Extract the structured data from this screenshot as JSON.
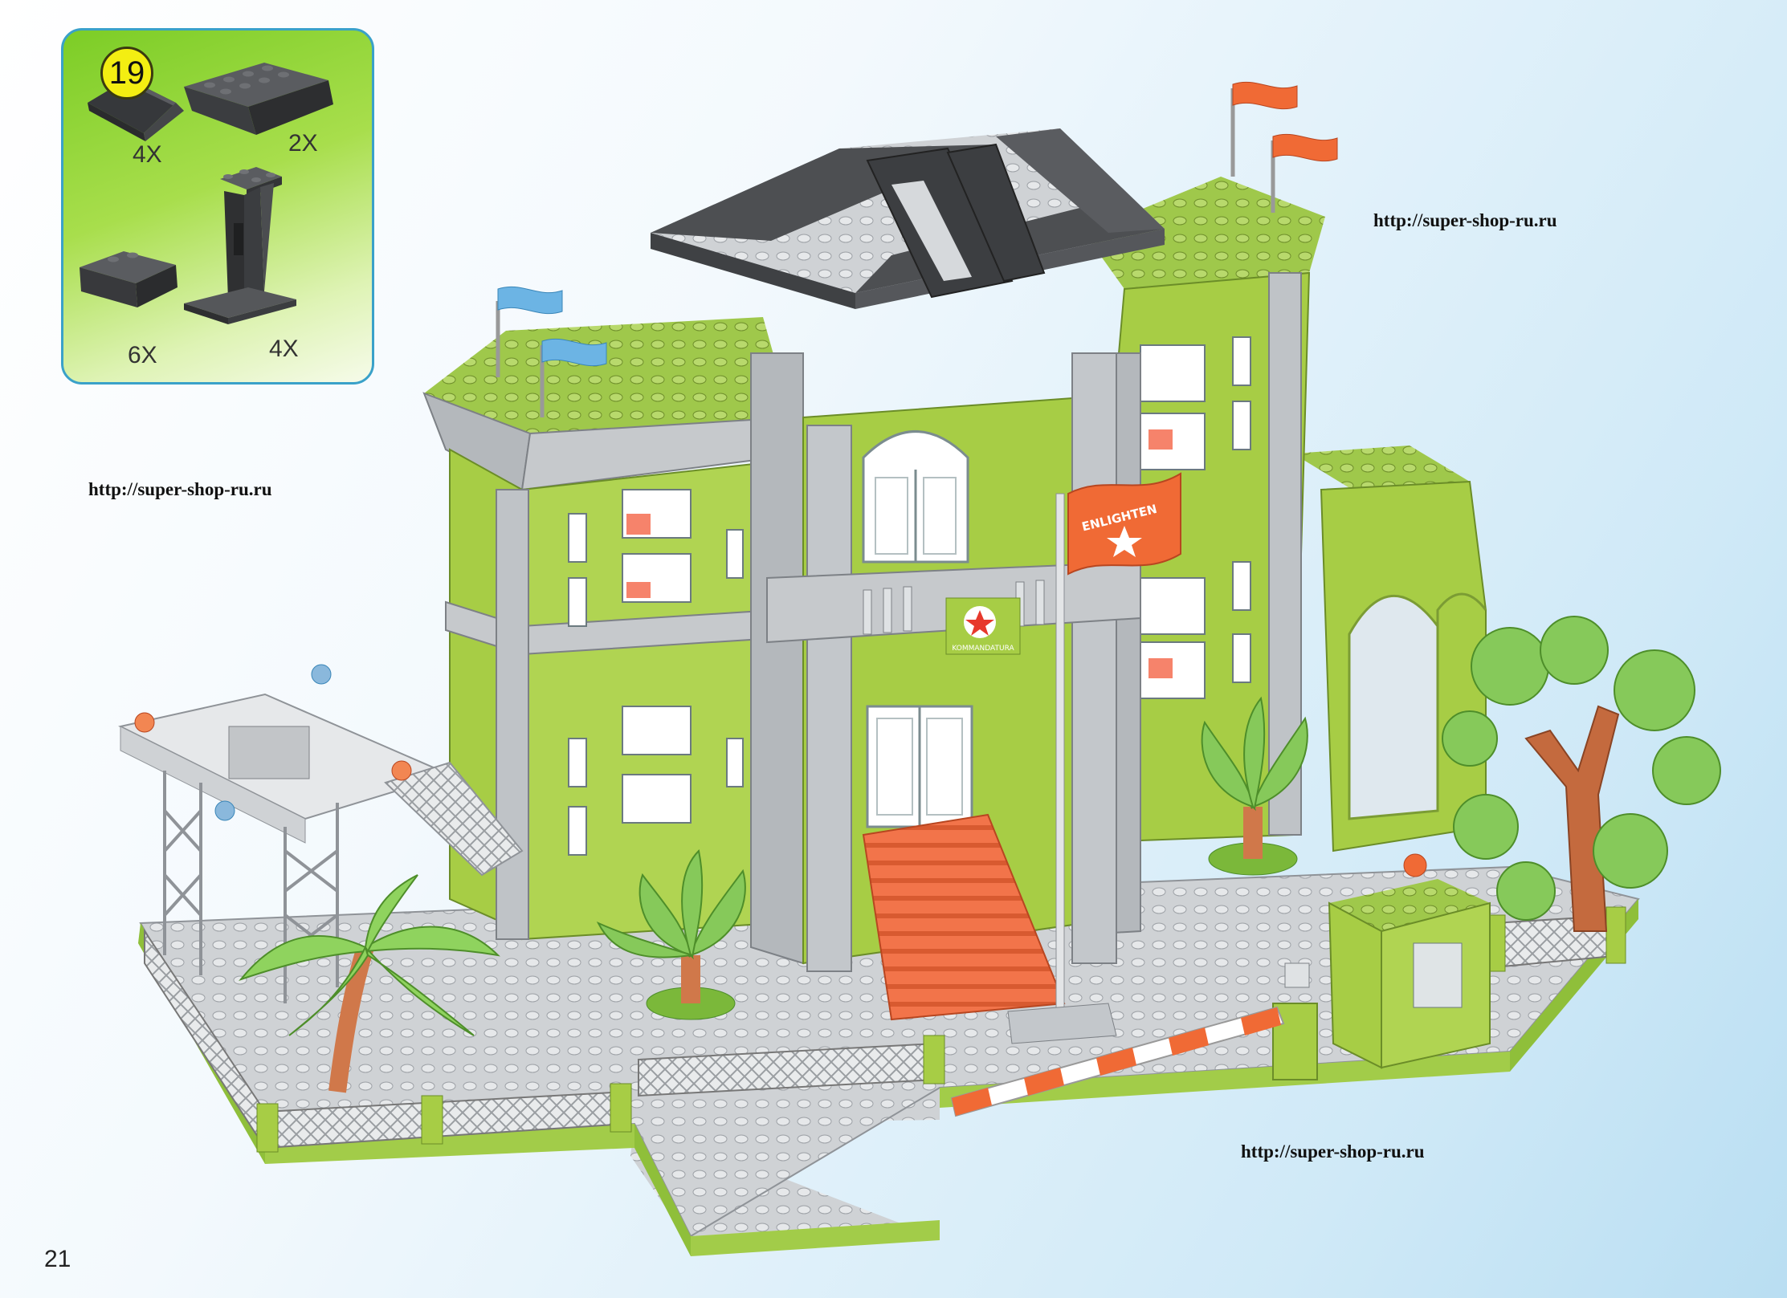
{
  "step": {
    "number": "19"
  },
  "parts": [
    {
      "name": "slope-brick-wedge",
      "quantity": "4X",
      "color": "#4d4f52"
    },
    {
      "name": "slope-brick-long",
      "quantity": "2X",
      "color": "#4d4f52"
    },
    {
      "name": "slope-brick-small",
      "quantity": "6X",
      "color": "#4d4f52"
    },
    {
      "name": "support-pillar",
      "quantity": "4X",
      "color": "#4d4f52"
    }
  ],
  "watermarks": {
    "top_right": "http://super-shop-ru.ru",
    "left": "http://super-shop-ru.ru",
    "bottom_right": "http://super-shop-ru.ru"
  },
  "building": {
    "flag_text": "ENLIGHTEN",
    "emblem_text": "KOMMANDATURA"
  },
  "page_number": "21",
  "colors": {
    "wall_green": "#a7cd45",
    "baseplate_grey": "#d7d9dc",
    "roof_dark": "#4d4f52",
    "accent_orange": "#f06a35",
    "flag_blue": "#6cb4e4",
    "panel_border": "#3aa1c9"
  }
}
